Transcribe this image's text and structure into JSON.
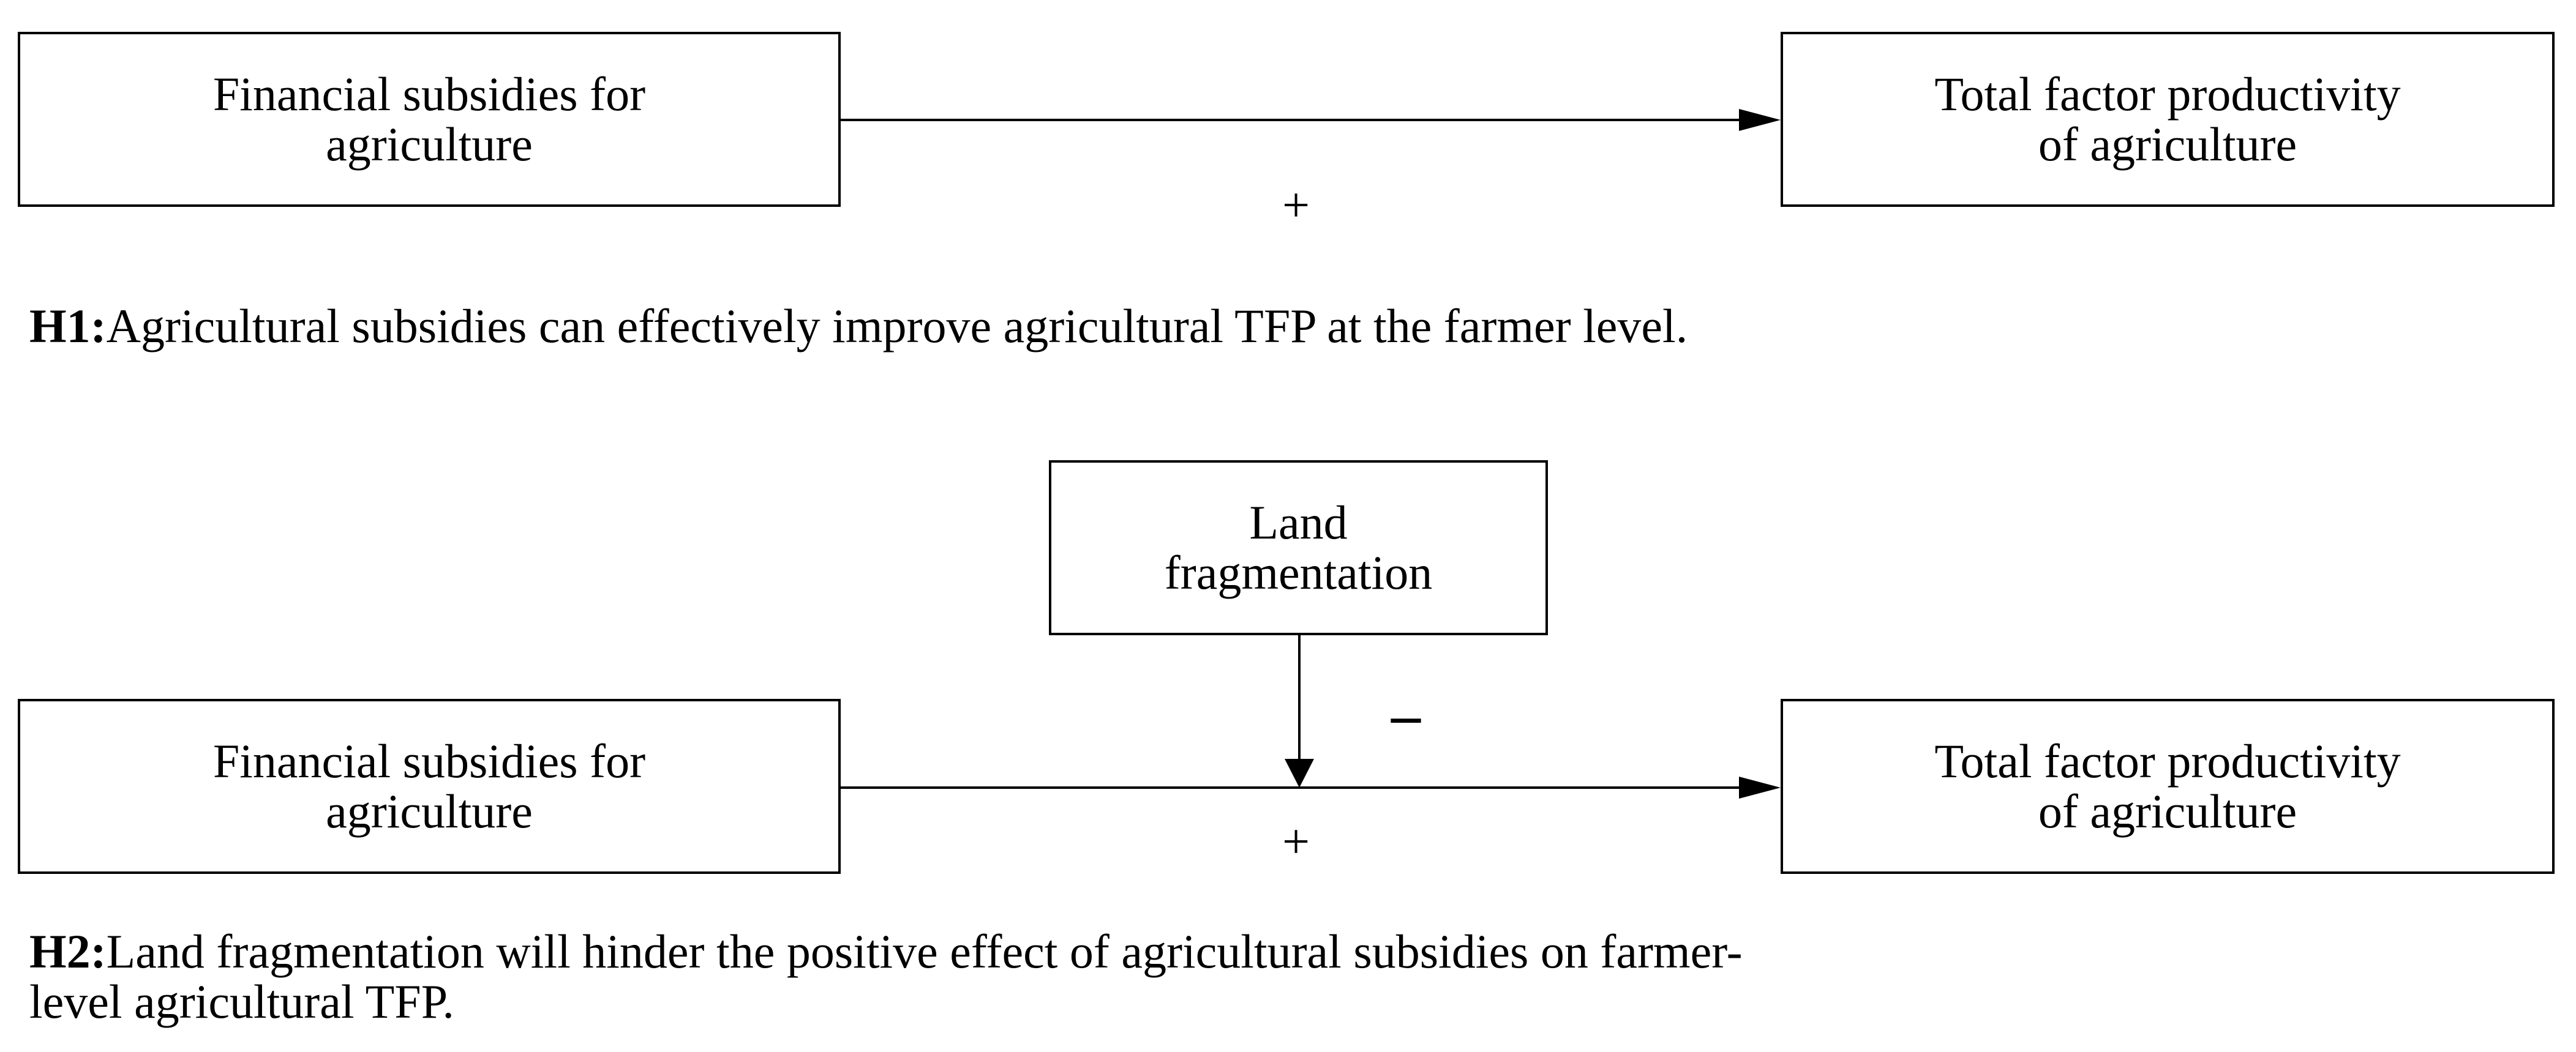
{
  "diagram_h1": {
    "source_box": {
      "label": "Financial subsidies for\nagriculture"
    },
    "target_box": {
      "label": "Total factor productivity\nof agriculture"
    },
    "effect_sign": "+"
  },
  "hypothesis_h1": {
    "id": "H1:",
    "text": "Agricultural subsidies can effectively improve agricultural TFP at the farmer level."
  },
  "diagram_h2": {
    "moderator_box": {
      "label": "Land\nfragmentation"
    },
    "source_box": {
      "label": "Financial subsidies for\nagriculture"
    },
    "target_box": {
      "label": "Total factor productivity\nof agriculture"
    },
    "moderation_sign": "–",
    "effect_sign": "+"
  },
  "hypothesis_h2": {
    "id": "H2:",
    "text_line1": "Land fragmentation will hinder the positive effect of agricultural subsidies on farmer-",
    "text_line2": "level agricultural TFP."
  }
}
